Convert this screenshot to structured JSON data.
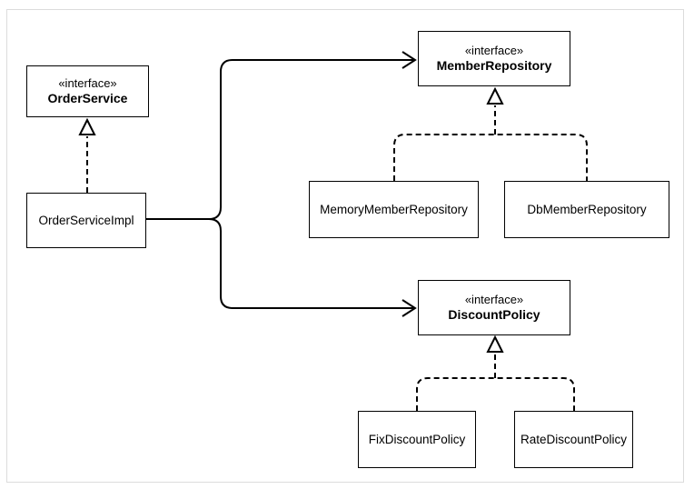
{
  "diagram": {
    "order_service": {
      "stereotype": "«interface»",
      "name": "OrderService"
    },
    "order_service_impl": {
      "name": "OrderServiceImpl"
    },
    "member_repository": {
      "stereotype": "«interface»",
      "name": "MemberRepository"
    },
    "memory_member_repository": {
      "name": "MemoryMemberRepository"
    },
    "db_member_repository": {
      "name": "DbMemberRepository"
    },
    "discount_policy": {
      "stereotype": "«interface»",
      "name": "DiscountPolicy"
    },
    "fix_discount_policy": {
      "name": "FixDiscountPolicy"
    },
    "rate_discount_policy": {
      "name": "RateDiscountPolicy"
    }
  },
  "colors": {
    "stroke": "#000000",
    "frame": "#dcdcdc",
    "background": "#ffffff"
  }
}
